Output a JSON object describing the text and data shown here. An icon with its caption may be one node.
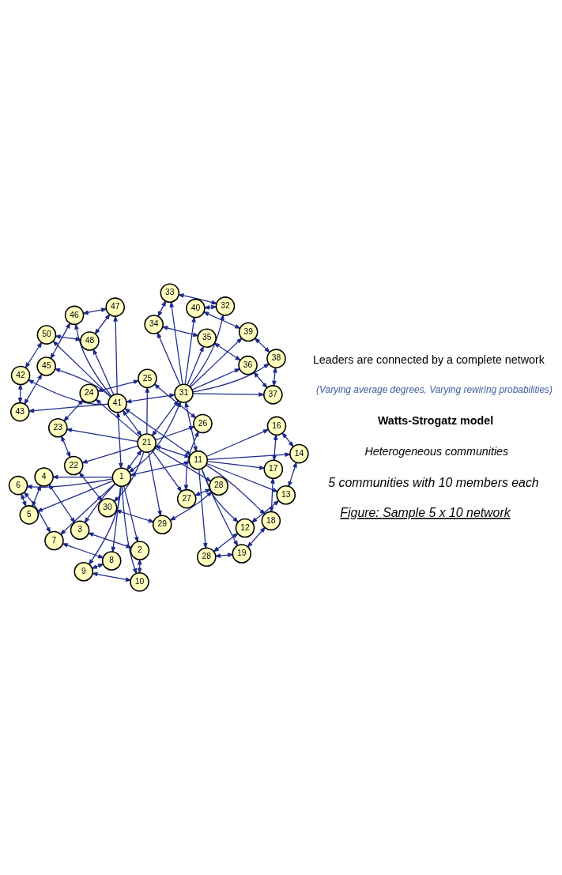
{
  "diagram": {
    "nodes": [
      {
        "text": [
          "1"
        ]
      },
      {
        "text": [
          "2"
        ]
      },
      {
        "text": [
          "3"
        ]
      },
      {
        "text": [
          "4"
        ]
      },
      {
        "text": [
          "5"
        ]
      },
      {
        "text": [
          "6"
        ]
      },
      {
        "text": [
          "7"
        ]
      },
      {
        "text": [
          "8"
        ]
      },
      {
        "text": [
          "9"
        ]
      },
      {
        "text": [
          "10"
        ]
      },
      {
        "text": [
          "11"
        ]
      },
      {
        "text": [
          "12"
        ]
      },
      {
        "text": [
          "13"
        ]
      },
      {
        "text": [
          "14"
        ]
      },
      {
        "text": [
          "16"
        ]
      },
      {
        "text": [
          "17"
        ]
      },
      {
        "text": [
          "18"
        ]
      },
      {
        "text": [
          "19"
        ]
      },
      {
        "text": [
          "28"
        ]
      },
      {
        "text": [
          "21"
        ]
      },
      {
        "text": [
          "22"
        ]
      },
      {
        "text": [
          "23"
        ]
      },
      {
        "text": [
          "24"
        ]
      },
      {
        "text": [
          "25"
        ]
      },
      {
        "text": [
          "26"
        ]
      },
      {
        "text": [
          "27"
        ]
      },
      {
        "text": [
          "28"
        ]
      },
      {
        "text": [
          "29"
        ]
      },
      {
        "text": [
          "30"
        ]
      },
      {
        "text": [
          "31"
        ]
      },
      {
        "text": [
          "32"
        ]
      },
      {
        "text": [
          "33"
        ]
      },
      {
        "text": [
          "34"
        ]
      },
      {
        "text": [
          "35"
        ]
      },
      {
        "text": [
          "36"
        ]
      },
      {
        "text": [
          "37"
        ]
      },
      {
        "text": [
          "38"
        ]
      },
      {
        "text": [
          "39"
        ]
      },
      {
        "text": [
          "40"
        ]
      },
      {
        "text": [
          "41"
        ]
      },
      {
        "text": [
          "42"
        ]
      },
      {
        "text": [
          "43"
        ]
      },
      {
        "text": [
          "45"
        ]
      },
      {
        "text": [
          "46"
        ]
      },
      {
        "text": [
          "47"
        ]
      },
      {
        "text": [
          "48"
        ]
      },
      {
        "text": [
          "50"
        ]
      }
    ],
    "edges": [
      {
        "from": 0,
        "to": 10,
        "arrow": "both"
      },
      {
        "from": 0,
        "to": 19,
        "arrow": "both"
      },
      {
        "from": 0,
        "to": 29,
        "arrow": "both"
      },
      {
        "from": 0,
        "to": 39,
        "arrow": "both"
      },
      {
        "from": 10,
        "to": 19,
        "arrow": "both"
      },
      {
        "from": 10,
        "to": 29,
        "arrow": "both"
      },
      {
        "from": 10,
        "to": 39,
        "arrow": "both"
      },
      {
        "from": 19,
        "to": 29,
        "arrow": "both"
      },
      {
        "from": 19,
        "to": 39,
        "arrow": "both"
      },
      {
        "from": 29,
        "to": 39,
        "arrow": "both"
      },
      {
        "from": 0,
        "to": 1,
        "arrow": "to"
      },
      {
        "from": 0,
        "to": 2,
        "arrow": "to"
      },
      {
        "from": 0,
        "to": 3,
        "arrow": "to"
      },
      {
        "from": 0,
        "to": 4,
        "arrow": "to"
      },
      {
        "from": 0,
        "to": 5,
        "arrow": "to"
      },
      {
        "from": 0,
        "to": 6,
        "arrow": "to"
      },
      {
        "from": 0,
        "to": 7,
        "arrow": "to"
      },
      {
        "from": 0,
        "to": 8,
        "arrow": "to"
      },
      {
        "from": 0,
        "to": 9,
        "arrow": "to"
      },
      {
        "from": 10,
        "to": 11,
        "arrow": "to"
      },
      {
        "from": 10,
        "to": 12,
        "arrow": "to"
      },
      {
        "from": 10,
        "to": 13,
        "arrow": "to"
      },
      {
        "from": 10,
        "to": 14,
        "arrow": "to"
      },
      {
        "from": 10,
        "to": 15,
        "arrow": "to"
      },
      {
        "from": 10,
        "to": 16,
        "arrow": "to"
      },
      {
        "from": 10,
        "to": 17,
        "arrow": "to"
      },
      {
        "from": 10,
        "to": 18,
        "arrow": "to"
      },
      {
        "from": 19,
        "to": 20,
        "arrow": "to"
      },
      {
        "from": 19,
        "to": 21,
        "arrow": "to"
      },
      {
        "from": 19,
        "to": 22,
        "arrow": "to"
      },
      {
        "from": 19,
        "to": 23,
        "arrow": "to"
      },
      {
        "from": 19,
        "to": 24,
        "arrow": "to"
      },
      {
        "from": 19,
        "to": 25,
        "arrow": "to"
      },
      {
        "from": 19,
        "to": 26,
        "arrow": "to"
      },
      {
        "from": 19,
        "to": 27,
        "arrow": "to"
      },
      {
        "from": 19,
        "to": 28,
        "arrow": "to"
      },
      {
        "from": 29,
        "to": 30,
        "arrow": "to"
      },
      {
        "from": 29,
        "to": 31,
        "arrow": "to"
      },
      {
        "from": 29,
        "to": 32,
        "arrow": "to"
      },
      {
        "from": 29,
        "to": 33,
        "arrow": "to"
      },
      {
        "from": 29,
        "to": 34,
        "arrow": "to"
      },
      {
        "from": 29,
        "to": 35,
        "arrow": "to"
      },
      {
        "from": 29,
        "to": 36,
        "arrow": "to"
      },
      {
        "from": 29,
        "to": 37,
        "arrow": "to"
      },
      {
        "from": 29,
        "to": 38,
        "arrow": "to"
      },
      {
        "from": 39,
        "to": 40,
        "arrow": "to"
      },
      {
        "from": 39,
        "to": 41,
        "arrow": "to"
      },
      {
        "from": 39,
        "to": 42,
        "arrow": "to"
      },
      {
        "from": 39,
        "to": 43,
        "arrow": "to"
      },
      {
        "from": 39,
        "to": 44,
        "arrow": "to"
      },
      {
        "from": 39,
        "to": 45,
        "arrow": "to"
      },
      {
        "from": 39,
        "to": 46,
        "arrow": "to"
      },
      {
        "from": 1,
        "to": 2,
        "arrow": "both"
      },
      {
        "from": 2,
        "to": 3,
        "arrow": "both"
      },
      {
        "from": 3,
        "to": 4,
        "arrow": "both"
      },
      {
        "from": 4,
        "to": 5,
        "arrow": "both"
      },
      {
        "from": 5,
        "to": 6,
        "arrow": "both"
      },
      {
        "from": 6,
        "to": 7,
        "arrow": "both"
      },
      {
        "from": 7,
        "to": 8,
        "arrow": "both"
      },
      {
        "from": 8,
        "to": 9,
        "arrow": "both"
      },
      {
        "from": 9,
        "to": 1,
        "arrow": "both"
      },
      {
        "from": 11,
        "to": 12,
        "arrow": "both"
      },
      {
        "from": 12,
        "to": 13,
        "arrow": "both"
      },
      {
        "from": 13,
        "to": 14,
        "arrow": "both"
      },
      {
        "from": 14,
        "to": 15,
        "arrow": "both"
      },
      {
        "from": 15,
        "to": 16,
        "arrow": "both"
      },
      {
        "from": 16,
        "to": 17,
        "arrow": "both"
      },
      {
        "from": 17,
        "to": 18,
        "arrow": "both"
      },
      {
        "from": 18,
        "to": 11,
        "arrow": "both"
      },
      {
        "from": 20,
        "to": 21,
        "arrow": "both"
      },
      {
        "from": 21,
        "to": 22,
        "arrow": "both"
      },
      {
        "from": 22,
        "to": 23,
        "arrow": "both"
      },
      {
        "from": 23,
        "to": 24,
        "arrow": "both"
      },
      {
        "from": 24,
        "to": 25,
        "arrow": "both"
      },
      {
        "from": 25,
        "to": 26,
        "arrow": "both"
      },
      {
        "from": 26,
        "to": 27,
        "arrow": "both"
      },
      {
        "from": 27,
        "to": 28,
        "arrow": "both"
      },
      {
        "from": 28,
        "to": 20,
        "arrow": "both"
      },
      {
        "from": 30,
        "to": 31,
        "arrow": "both"
      },
      {
        "from": 31,
        "to": 32,
        "arrow": "both"
      },
      {
        "from": 32,
        "to": 33,
        "arrow": "both"
      },
      {
        "from": 33,
        "to": 34,
        "arrow": "both"
      },
      {
        "from": 34,
        "to": 35,
        "arrow": "both"
      },
      {
        "from": 35,
        "to": 36,
        "arrow": "both"
      },
      {
        "from": 36,
        "to": 37,
        "arrow": "both"
      },
      {
        "from": 37,
        "to": 38,
        "arrow": "both"
      },
      {
        "from": 38,
        "to": 30,
        "arrow": "both"
      },
      {
        "from": 40,
        "to": 41,
        "arrow": "both"
      },
      {
        "from": 41,
        "to": 42,
        "arrow": "both"
      },
      {
        "from": 42,
        "to": 43,
        "arrow": "both"
      },
      {
        "from": 43,
        "to": 44,
        "arrow": "both"
      },
      {
        "from": 44,
        "to": 45,
        "arrow": "both"
      },
      {
        "from": 45,
        "to": 46,
        "arrow": "both"
      },
      {
        "from": 46,
        "to": 40,
        "arrow": "both"
      }
    ],
    "labels": [
      "Figure: Sample 5 x 10 network",
      "5 communities with 10 members each",
      "Heterogeneous communities",
      "Watts-Strogatz model",
      "(Varying average degrees, Varying rewiring probabilities)",
      "Leaders are connected by a complete network"
    ]
  }
}
